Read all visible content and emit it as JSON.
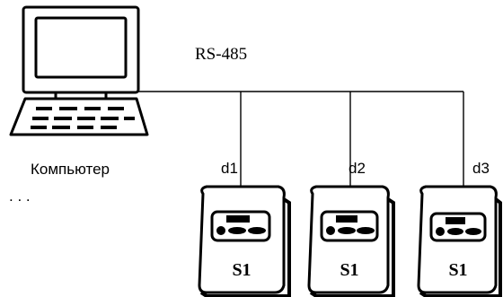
{
  "bus": {
    "label": "RS-485"
  },
  "computer": {
    "label": "Компьютер",
    "more": ". . ."
  },
  "devices": [
    {
      "drop_label": "d1",
      "name": "S1"
    },
    {
      "drop_label": "d2",
      "name": "S1"
    },
    {
      "drop_label": "d3",
      "name": "S1"
    }
  ]
}
